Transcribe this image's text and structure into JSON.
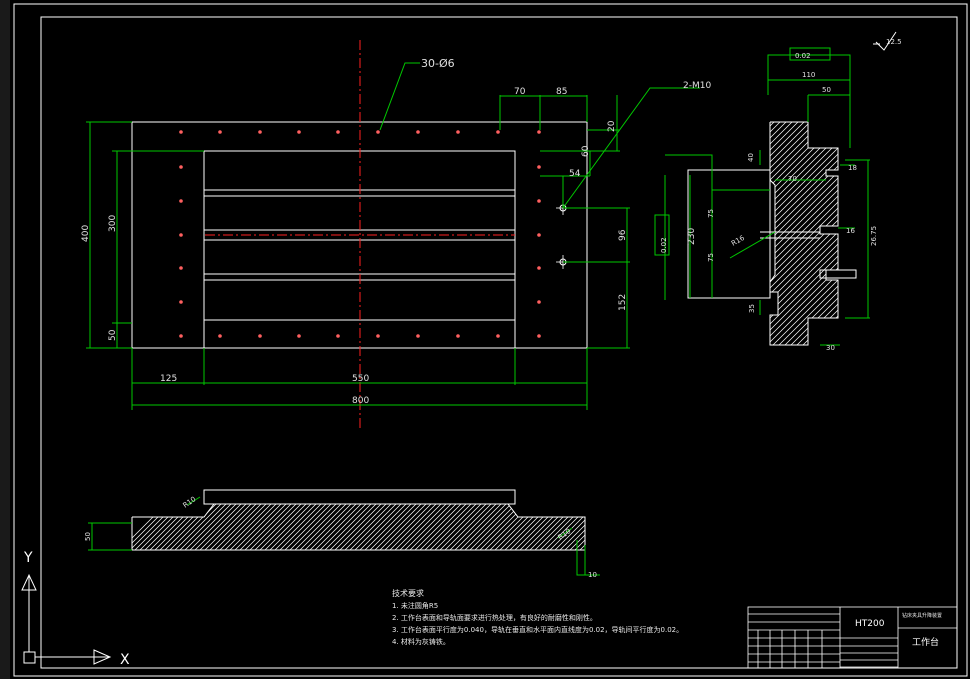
{
  "colors": {
    "background": "#000000",
    "outline": "#ffffff",
    "dimension": "#00c800",
    "centerline": "#ff2020",
    "hatch": "#ffffff",
    "hole": "#ff6060"
  },
  "plan_view": {
    "callout_holes": "30-Ø6",
    "callout_tapped": "2-M10",
    "dims": {
      "width_total": "800",
      "width_inner": "550",
      "left_offset": "125",
      "height_total": "400",
      "height_inner": "300",
      "bottom_margin": "50",
      "top_70": "70",
      "top_85": "85",
      "right_20": "20",
      "right_60": "60",
      "right_54": "54",
      "right_96": "96",
      "right_152": "152"
    }
  },
  "section_view": {
    "flatness": "0.02",
    "parallel_side": "0.02",
    "roughness": "12.5",
    "dims": {
      "w110": "110",
      "w50": "50",
      "w70": "70",
      "h40": "40",
      "h230": "230",
      "h75a": "75",
      "h75b": "75",
      "r16": "R16",
      "h18": "18",
      "h16": "16",
      "h26": "26.75",
      "h35": "35",
      "w30": "30"
    }
  },
  "side_view": {
    "r10": "R10",
    "r10b": "R10",
    "h50": "50",
    "w10": "10"
  },
  "notes": {
    "title": "技术要求",
    "lines": [
      "1. 未注圆角R5",
      "2. 工作台表面和导轨面要求进行热处理，有良好的耐磨性和刚性。",
      "3. 工作台表面平行度为0.040，导轨在垂直和水平面内直线度为0.02，导轨间平行度为0.02。",
      "4. 材料为灰铸铁。"
    ]
  },
  "title_block": {
    "material": "HT200",
    "part_name": "工作台",
    "project": "钻床夹具升降装置"
  },
  "ucs": {
    "x_label": "X",
    "y_label": "Y"
  }
}
